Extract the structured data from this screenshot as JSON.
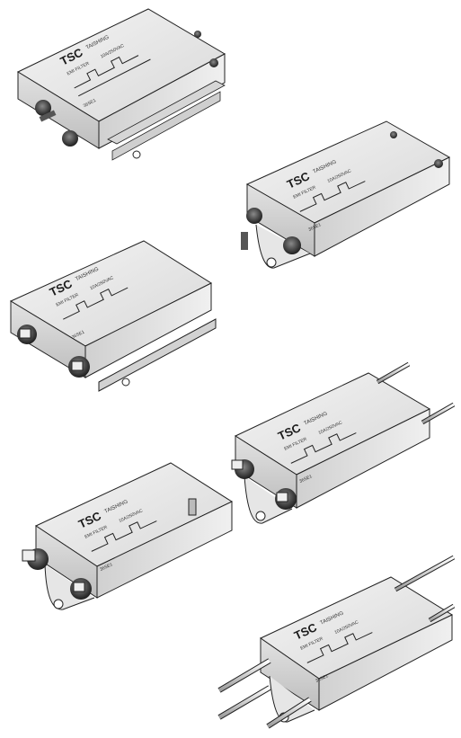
{
  "brand_mark": "TSC",
  "brand_name": "TAISHING",
  "product": "EMI FILTER",
  "rating": "10A/250VAC",
  "code": "36SE1",
  "units": [
    {
      "name": "filter-unit-screw-terminal-flat",
      "terminal": "screw",
      "flange": "flat"
    },
    {
      "name": "filter-unit-screw-terminal-tab",
      "terminal": "screw",
      "flange": "tab"
    },
    {
      "name": "filter-unit-faston-flat",
      "terminal": "faston",
      "flange": "flat"
    },
    {
      "name": "filter-unit-wire-lead-faston",
      "terminal": "faston-wire",
      "flange": "tab"
    },
    {
      "name": "filter-unit-faston-tab",
      "terminal": "faston",
      "flange": "tab"
    },
    {
      "name": "filter-unit-wire-lead",
      "terminal": "wire",
      "flange": "tab"
    }
  ],
  "colors": {
    "body": "#e8e8e8",
    "shadow": "#c9c9c9",
    "line": "#222222",
    "terminal": "#3a3a3a"
  }
}
